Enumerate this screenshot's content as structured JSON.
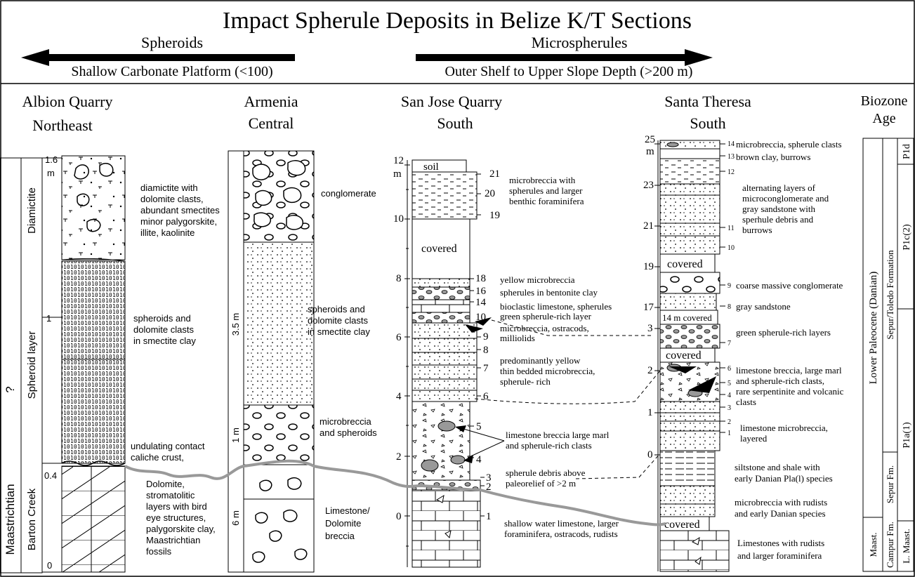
{
  "title": "Impact Spherule Deposits in Belize K/T Sections",
  "header": {
    "left_label": "Spheroids",
    "left_sublabel": "Shallow Carbonate Platform (<100)",
    "right_label": "Microspherules",
    "right_sublabel": "Outer Shelf to Upper Slope Depth (>200 m)"
  },
  "sections": {
    "albion": {
      "title1": "Albion Quarry",
      "title2": "Northeast",
      "ticks": [
        "1.6",
        "m",
        "1",
        "0.4",
        "0"
      ],
      "units": [
        "Diamictite",
        "Spheroid layer",
        "Barton Creek",
        "Maastrichtian",
        "?"
      ],
      "notes": [
        [
          "diamictite with",
          "dolomite clasts,",
          "abundant smectites",
          "minor palygorskite,",
          "illite, kaolinite"
        ],
        [
          "spheroids and",
          "dolomite clasts",
          "in smectite clay"
        ],
        [
          "undulating contact",
          "caliche crust,"
        ],
        [
          "Dolomite,",
          "stromatolitic",
          "layers with bird",
          "eye structures,",
          "palygorskite clay,",
          "Maastrichtian",
          "fossils"
        ]
      ]
    },
    "armenia": {
      "title1": "Armenia",
      "title2": "Central",
      "thickness": [
        "3.5 m",
        "1 m",
        "6 m"
      ],
      "notes": [
        [
          "conglomerate"
        ],
        [
          "spheroids and",
          "dolomite clasts",
          "in smectite clay"
        ],
        [
          "microbreccia",
          "and spheroids"
        ],
        [
          "Limestone/",
          "Dolomite",
          "breccia"
        ]
      ]
    },
    "sanjose": {
      "title1": "San Jose Quarry",
      "title2": "South",
      "ticks": [
        "12",
        "m",
        "10",
        "8",
        "6",
        "4",
        "2",
        "0"
      ],
      "soil": "soil",
      "covered": "covered",
      "beds": [
        "21",
        "20",
        "19",
        "18",
        "16",
        "14",
        "10",
        "9",
        "8",
        "7",
        "6",
        "5",
        "4",
        "3",
        "2",
        "1"
      ],
      "notes": [
        [
          "microbreccia with",
          "spherules and larger",
          "benthic foraminifera"
        ],
        [
          "yellow microbreccia"
        ],
        [
          "spherules in bentonite clay"
        ],
        [
          "bioclastic limestone, spherules"
        ],
        [
          "green spherule-rich layer"
        ],
        [
          "microbreccia, ostracods,",
          "milliolids"
        ],
        [
          "predominantly yellow",
          "thin bedded microbreccia,",
          "spherule- rich"
        ],
        [
          "limestone breccia large marl",
          "and spherule-rich clasts"
        ],
        [
          "spherule debris above",
          "paleorelief of >2 m"
        ],
        [
          "shallow water limestone, larger",
          "foraminifera, ostracods, rudists"
        ]
      ]
    },
    "theresa": {
      "title1": "Santa Theresa",
      "title2": "South",
      "ticks": [
        "25",
        "m",
        "23",
        "21",
        "19",
        "17",
        "3",
        "2",
        "1",
        "0"
      ],
      "covered": "covered",
      "covered_14": "14 m covered",
      "beds": [
        "14",
        "13",
        "12",
        "11",
        "10",
        "9",
        "8",
        "7",
        "6",
        "5",
        "4",
        "3",
        "2",
        "1"
      ],
      "notes": [
        [
          "microbreccia, spherule clasts"
        ],
        [
          "brown clay, burrows"
        ],
        [
          "alternating layers of",
          "microconglomerate and",
          "gray sandstone with",
          "sperhule debris and",
          "burrows"
        ],
        [
          "coarse massive conglomerate"
        ],
        [
          "gray sandstone"
        ],
        [
          "green spherule-rich layers"
        ],
        [
          "limestone breccia, large marl",
          "and spherule-rich clasts,",
          "rare serpentinite and volcanic",
          "clasts"
        ],
        [
          "limestone microbreccia,",
          "layered"
        ],
        [
          "siltstone and shale with",
          "early Danian Pla(l) species"
        ],
        [
          "microbreccia with rudists",
          "and early Danian species"
        ],
        [
          "Limestones with rudists",
          "and larger foraminifera"
        ]
      ]
    },
    "biozone": {
      "title1": "Biozone",
      "title2": "Age",
      "age_danian": "Lower Paleocene (Danian)",
      "age_maast": "Maast.",
      "fm_sepur_toledo": "Sepur/Toledo Formation",
      "fm_sepur": "Sepur Fm.",
      "fm_campur": "Campur Fm.",
      "zones": [
        "P1d",
        "P1c(2)",
        "P1a(1)",
        "L. Maast."
      ]
    }
  }
}
